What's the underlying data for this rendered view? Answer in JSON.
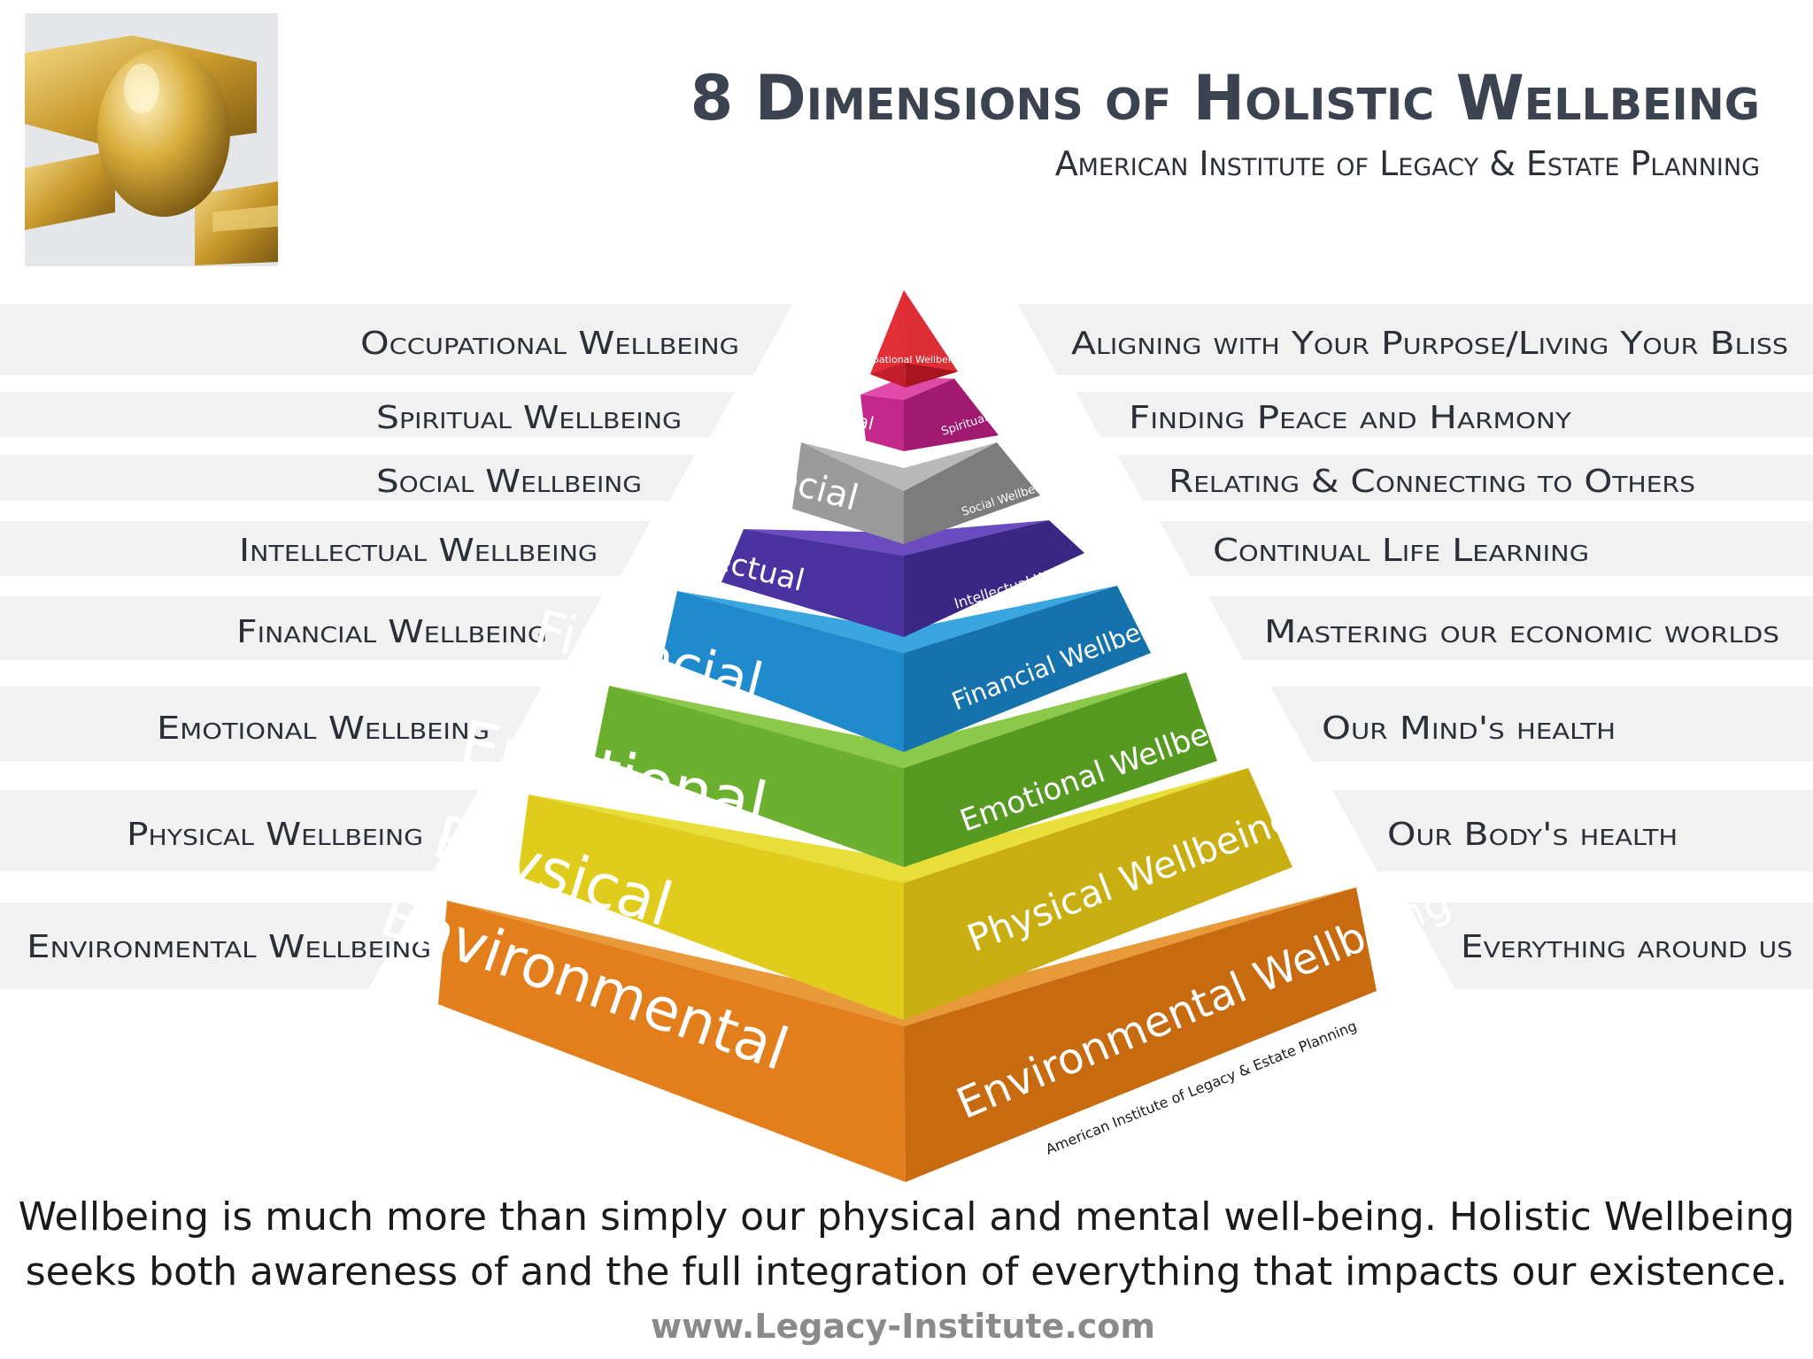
{
  "title": "8 Dimensions of Holistic Wellbeing",
  "subtitle": "American Institute of Legacy & Estate Planning",
  "left_labels": [
    "Occupational Wellbeing",
    "Spiritual Wellbeing",
    "Social Wellbeing",
    "Intellectual Wellbeing",
    "Financial Wellbeing",
    "Emotional Wellbeing",
    "Physical Wellbeing",
    "Environmental Wellbeing"
  ],
  "right_labels": [
    "Aligning with Your Purpose/Living Your Bliss",
    "Finding Peace and Harmony",
    "Relating & Connecting to Others",
    "Continual Life Learning",
    "Mastering our economic worlds",
    "Our Mind's health",
    "Our Body's health",
    "Everything around us"
  ],
  "pyramid": {
    "tiers": [
      {
        "left": "",
        "right": "Occupational Wellbeing",
        "top": "#e8323a",
        "lface": "#c41e2a",
        "rface": "#a8141f"
      },
      {
        "left": "Spiritual",
        "right": "Spiritual Wellbeing",
        "top": "#e04aa8",
        "lface": "#c4288a",
        "rface": "#a01a70"
      },
      {
        "left": "Social",
        "right": "Social Wellbeing",
        "top": "#b8b8b8",
        "lface": "#9a9a9a",
        "rface": "#7c7c7c"
      },
      {
        "left": "Intellectual",
        "right": "Intellectual Wellbeing",
        "top": "#6a4cc0",
        "lface": "#4a32a0",
        "rface": "#3a2684"
      },
      {
        "left": "Financial",
        "right": "Financial Wellbeing",
        "top": "#3aa6e0",
        "lface": "#1f8bcc",
        "rface": "#1672ac"
      },
      {
        "left": "Emotional",
        "right": "Emotional Wellbeing",
        "top": "#8cc84a",
        "lface": "#6cb030",
        "rface": "#569a22"
      },
      {
        "left": "Physical",
        "right": "Physical Wellbeing",
        "top": "#e8de3a",
        "lface": "#e0cc1c",
        "rface": "#c8ae10"
      },
      {
        "left": "Environmental",
        "right": "Environmental Wellbeing",
        "top": "#e89a3a",
        "lface": "#e27e1c",
        "rface": "#c86a10"
      }
    ],
    "watermark": "American Institute of Legacy & Estate Planning"
  },
  "description_line1": "Wellbeing is much more than simply our physical and mental well-being.  Holistic Wellbeing",
  "description_line2": "seeks both awareness of and the full integration of everything that impacts our existence.",
  "website": "www.Legacy-Institute.com",
  "colors": {
    "title": "#3c4350",
    "text": "#2a2f38",
    "band": "#f1f1f1",
    "footer": "#8a8a8a"
  }
}
